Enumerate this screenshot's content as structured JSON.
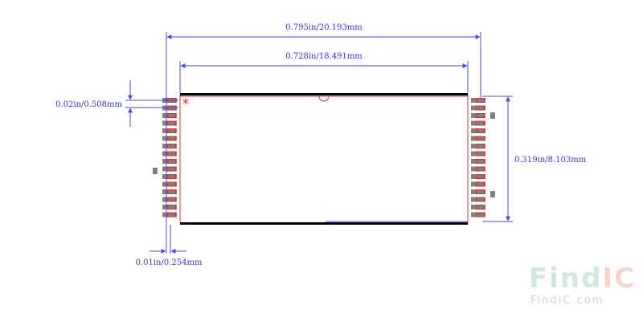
{
  "drawing": {
    "dimensions": {
      "overall_width": "0.795in/20.193mm",
      "body_width": "0.728in/18.491mm",
      "pin_pitch": "0.02in/0.508mm",
      "body_height": "0.319in/8.103mm",
      "pad_width": "0.01in/0.254mm"
    },
    "pin1_marker": "*",
    "pins_per_side": 16,
    "colors": {
      "dimension": "#4a4ad8",
      "body_edge": "#000000",
      "pad_outline": "#cc3333",
      "pad_fill": "#808080",
      "marker": "#dd2222"
    }
  },
  "watermark": {
    "logo_left": "Find",
    "logo_right": "IC",
    "url": "FindIC.com",
    "colors": {
      "left": "#cfe8e4",
      "right": "#f6d5c8"
    }
  }
}
